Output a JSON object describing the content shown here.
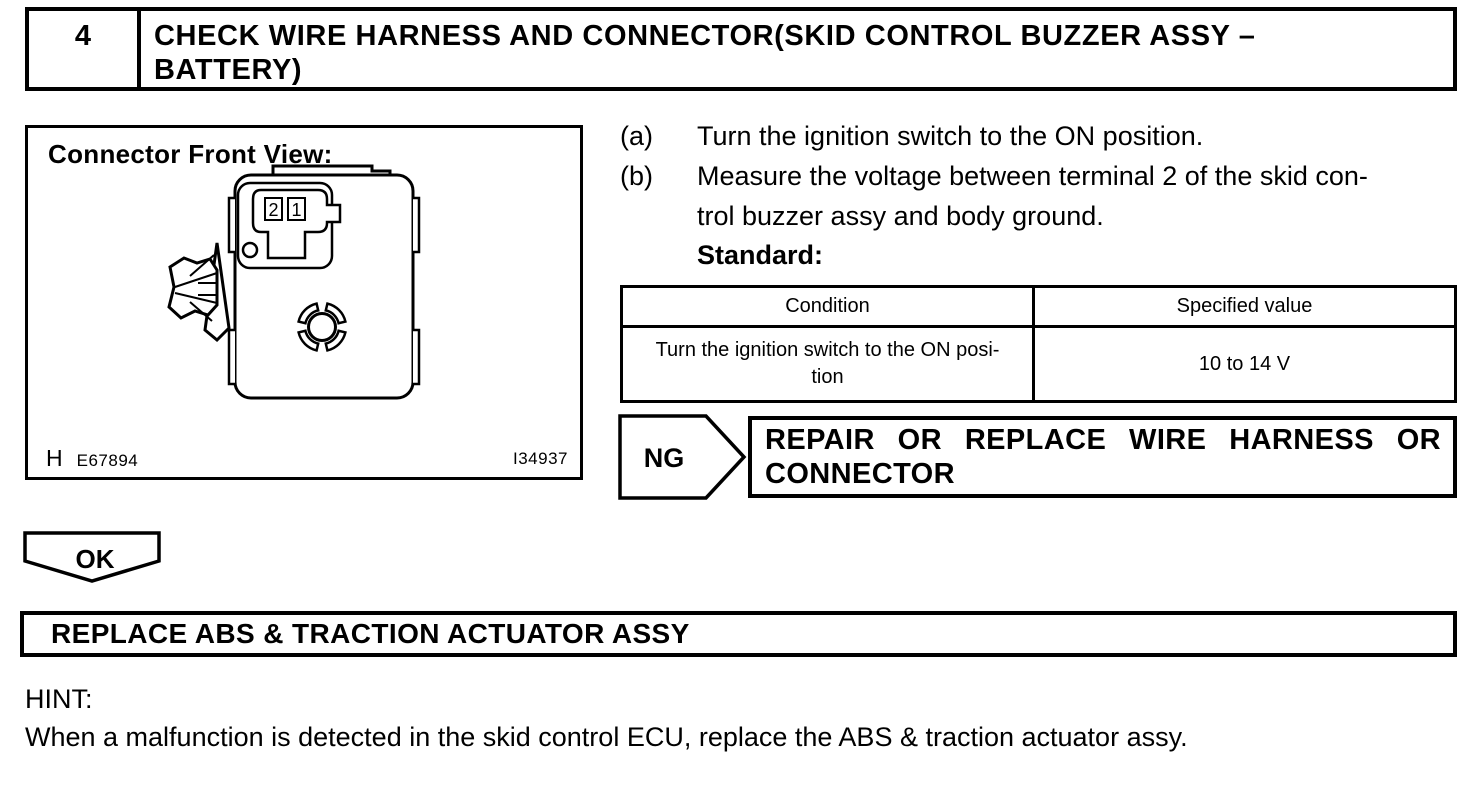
{
  "colors": {
    "ink": "#000000",
    "paper": "#ffffff"
  },
  "header": {
    "step_number": "4",
    "title": "CHECK WIRE HARNESS AND CONNECTOR(SKID CONTROL BUZZER ASSY – BATTERY)",
    "title_lines": [
      "CHECK WIRE HARNESS AND CONNECTOR(SKID CONTROL BUZZER ASSY –",
      "BATTERY)"
    ]
  },
  "figure": {
    "caption": "Connector Front View:",
    "terminals": [
      "2",
      "1"
    ],
    "code_prefix": "H",
    "code_left": "E67894",
    "code_right": "I34937"
  },
  "steps": [
    {
      "label": "(a)",
      "lines": [
        "Turn the ignition switch to the ON position."
      ]
    },
    {
      "label": "(b)",
      "lines": [
        "Measure the voltage between terminal 2 of the skid con-",
        "trol buzzer assy and body ground."
      ]
    }
  ],
  "standard_label": "Standard:",
  "table": {
    "headers": [
      "Condition",
      "Specified value"
    ],
    "rows": [
      {
        "condition_lines": [
          "Turn the ignition switch to the ON posi-",
          "tion"
        ],
        "value": "10 to 14 V"
      }
    ]
  },
  "ng": {
    "label": "NG",
    "action": "REPAIR OR REPLACE WIRE HARNESS OR CONNECTOR"
  },
  "ok": {
    "label": "OK"
  },
  "result_box": {
    "text": "REPLACE ABS & TRACTION ACTUATOR ASSY"
  },
  "hint": {
    "label": "HINT:",
    "text": "When a malfunction is detected in the skid control ECU, replace the ABS & traction actuator assy."
  }
}
